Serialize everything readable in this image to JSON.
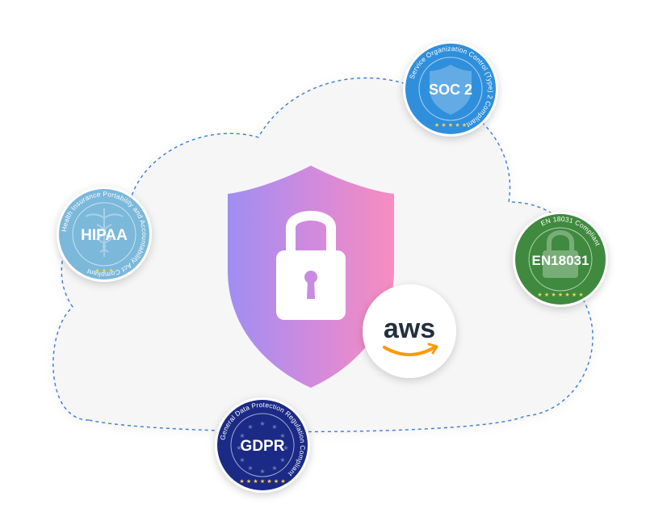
{
  "colors": {
    "shield_left": "#a08cf0",
    "shield_right": "#f58cc0",
    "cloud_stroke": "#3b7bd4",
    "aws_text": "#232f3e",
    "aws_smile": "#ff9900"
  },
  "center": {
    "shield_icon": "shield-icon",
    "lock_icon": "padlock-icon",
    "aws_logo": "aws"
  },
  "badges": {
    "soc2": {
      "label": "SOC 2",
      "ring": "Service Organization Control (Type) 2 Compliant",
      "color": "#2e8fdc",
      "icon": "shield-icon"
    },
    "hipaa": {
      "label": "HIPAA",
      "ring": "Health Insurance Portability and Accountability Act Compliant",
      "color": "#79b7d9",
      "icon": "caduceus-icon"
    },
    "en18031": {
      "label": "EN18031",
      "ring": "EN 18031 Compliant",
      "color": "#3f8a3e",
      "icon": "padlock-icon"
    },
    "gdpr": {
      "label": "GDPR",
      "ring": "General Data Protection Regulation Compliant",
      "color": "#1b2a86",
      "icon": "eu-stars-icon"
    }
  }
}
